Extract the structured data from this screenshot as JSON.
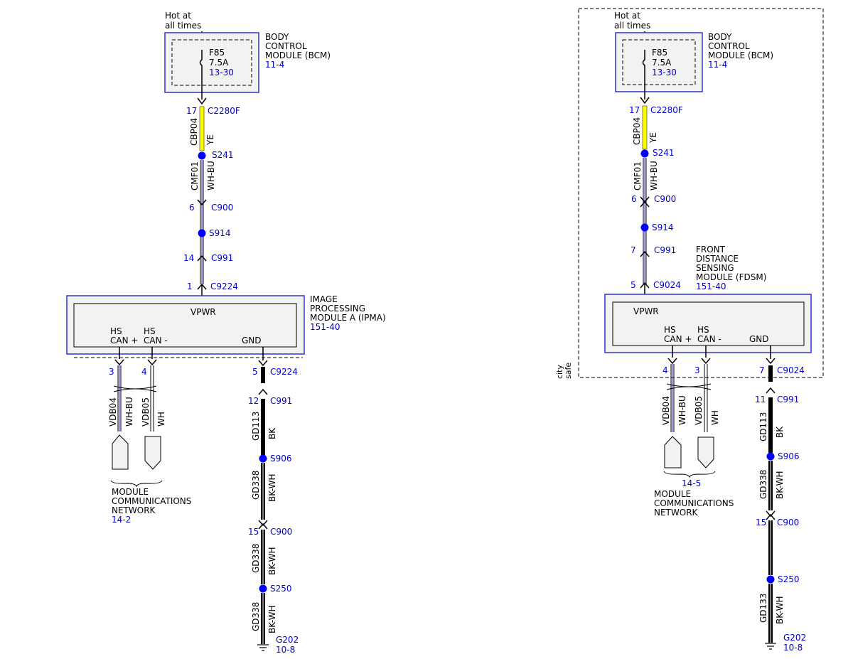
{
  "left": {
    "hot": [
      "Hot at",
      "all times"
    ],
    "bcm": {
      "name": [
        "BODY",
        "CONTROL",
        "MODULE (BCM)"
      ],
      "ref": "11-4"
    },
    "fuse": {
      "id": "F85",
      "rating": "7.5A",
      "ref": "13-30"
    },
    "pins": {
      "c2280f": {
        "pin": "17",
        "conn": "C2280F"
      },
      "c900": {
        "pin": "6",
        "conn": "C900"
      },
      "c991": {
        "pin": "14",
        "conn": "C991"
      },
      "c9224": {
        "pin": "1",
        "conn": "C9224"
      },
      "can_hi": {
        "pin": "3"
      },
      "can_lo": {
        "pin": "4"
      },
      "gnd_c9224": {
        "pin": "5",
        "conn": "C9224"
      },
      "gnd_c991": {
        "pin": "12",
        "conn": "C991"
      },
      "gnd_c900": {
        "pin": "15",
        "conn": "C900"
      }
    },
    "splices": {
      "s241": "S241",
      "s914": "S914",
      "s906": "S906",
      "s250": "S250"
    },
    "wires": {
      "cbp04": {
        "circuit": "CBP04",
        "color": "YE"
      },
      "cmf01": {
        "circuit": "CMF01",
        "color": "WH-BU"
      },
      "vdb04": {
        "circuit": "VDB04",
        "color": "WH-BU"
      },
      "vdb05": {
        "circuit": "VDB05",
        "color": "WH"
      },
      "gd113": {
        "circuit": "GD113",
        "color": "BK"
      },
      "gd338a": {
        "circuit": "GD338",
        "color": "BK-WH"
      },
      "gd338b": {
        "circuit": "GD338",
        "color": "BK-WH"
      },
      "gd338c": {
        "circuit": "GD338",
        "color": "BK-WH"
      }
    },
    "module": {
      "name": [
        "IMAGE",
        "PROCESSING",
        "MODULE A (IPMA)"
      ],
      "ref": "151-40",
      "vpwr": "VPWR",
      "hs1": [
        "HS",
        "CAN +"
      ],
      "hs2": [
        "HS",
        "CAN -"
      ],
      "gnd": "GND"
    },
    "network": {
      "name": [
        "MODULE",
        "COMMUNICATIONS",
        "NETWORK"
      ],
      "ref": "14-2"
    },
    "ground": {
      "id": "G202",
      "ref": "10-8"
    }
  },
  "right": {
    "hot": [
      "Hot at",
      "all times"
    ],
    "bcm": {
      "name": [
        "BODY",
        "CONTROL",
        "MODULE (BCM)"
      ],
      "ref": "11-4"
    },
    "fuse": {
      "id": "F85",
      "rating": "7.5A",
      "ref": "13-30"
    },
    "pins": {
      "c2280f": {
        "pin": "17",
        "conn": "C2280F"
      },
      "c900": {
        "pin": "6",
        "conn": "C900"
      },
      "c991": {
        "pin": "7",
        "conn": "C991"
      },
      "c9024": {
        "pin": "5",
        "conn": "C9024"
      },
      "can_hi": {
        "pin": "4"
      },
      "can_lo": {
        "pin": "3"
      },
      "gnd_c9024": {
        "pin": "7",
        "conn": "C9024"
      },
      "gnd_c991": {
        "pin": "11",
        "conn": "C991"
      },
      "gnd_c900": {
        "pin": "15",
        "conn": "C900"
      }
    },
    "splices": {
      "s241": "S241",
      "s914": "S914",
      "s906": "S906",
      "s250": "S250"
    },
    "wires": {
      "cbp04": {
        "circuit": "CBP04",
        "color": "YE"
      },
      "cmf01": {
        "circuit": "CMF01",
        "color": "WH-BU"
      },
      "vdb04": {
        "circuit": "VDB04",
        "color": "WH-BU"
      },
      "vdb05": {
        "circuit": "VDB05",
        "color": "WH"
      },
      "gd113": {
        "circuit": "GD113",
        "color": "BK"
      },
      "gd338": {
        "circuit": "GD338",
        "color": "BK-WH"
      },
      "gd133": {
        "circuit": "GD133",
        "color": "BK-WH"
      }
    },
    "module": {
      "name": [
        "FRONT",
        "DISTANCE",
        "SENSING",
        "MODULE (FDSM)"
      ],
      "ref": "151-40",
      "vpwr": "VPWR",
      "hs1": [
        "HS",
        "CAN +"
      ],
      "hs2": [
        "HS",
        "CAN -"
      ],
      "gnd": "GND"
    },
    "city_safe": [
      "city",
      "safe"
    ],
    "network": {
      "name": [
        "MODULE",
        "COMMUNICATIONS",
        "NETWORK"
      ],
      "ref": "14-5"
    },
    "ground": {
      "id": "G202",
      "ref": "10-8"
    }
  },
  "colors": {
    "reference_text": "#0000cc",
    "splice": "#0000ff",
    "module_border": "#3333cc",
    "yellow_wire": "#ffff00",
    "module_fill": "#f2f2f2"
  }
}
